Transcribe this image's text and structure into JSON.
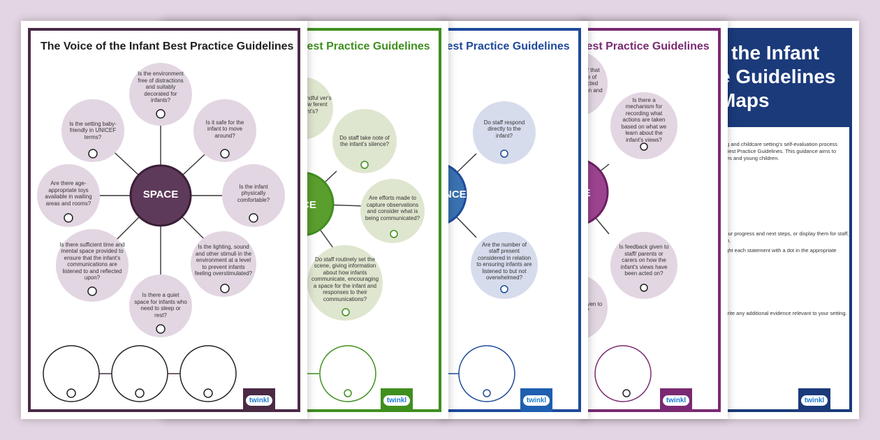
{
  "colors": {
    "background": "#e3d5e3",
    "purple_dark": "#4a2a45",
    "green": "#3f8f1e",
    "blue": "#1e4a9c",
    "magenta": "#7a2a72",
    "navy": "#1b3a7a"
  },
  "sheet1": {
    "title": "The Voice of the Infant Best Practice Guidelines",
    "center": "SPACE",
    "bubbles": [
      "Is the environment free of distractions and suitably decorated for infants?",
      "Is it safe for the infant to move around?",
      "Is the infant physically comfortable?",
      "Is the lighting, sound and other stimuli in the environment at a level to prevent infants feeling overstimulated?",
      "Is there a quiet space for infants who need to sleep or rest?",
      "Is there sufficient time and mental space provided to ensure that the infant's communications are listened to and reflected upon?",
      "Are there age-appropriate toys available in waiting areas and rooms?",
      "Is the setting baby-friendly in UNICEF terms?"
    ],
    "logo": "twinkl"
  },
  "sheet2": {
    "title": "Best Practice Guidelines",
    "center": "CE",
    "bubbles": [
      "mindful ver's view ferent to nt's?",
      "Do staff take note of the infant's silence?",
      "Are efforts made to capture observations and consider what is being communicated?",
      "Do staff routinely set the scene, giving information about how infants communicate, encouraging a space for the infant and responses to their communications?"
    ],
    "logo": "twinkl"
  },
  "sheet3": {
    "title": "Best Practice Guidelines",
    "center": "ENCE",
    "bubbles": [
      "Do staff respond directly to the infant?",
      "Are the number of staff present considered in relation to ensuring infants are listened to but not overwhelmed?"
    ],
    "logo": "twinkl"
  },
  "sheet4": {
    "title": "Best Practice Guidelines",
    "center": "ENCE",
    "bubbles": [
      "staff that ence of eflected esign and ry?",
      "Is there a mechanism for recording what actions are taken based on what we learn about the infant's views?",
      "Is feedback given to staff/ parents or carers on how the infant's views have been acted on?",
      "k given to ant?"
    ],
    "logo": "twinkl"
  },
  "sheet5": {
    "title_lines": [
      "f the Infant",
      "e Guidelines",
      "Maps"
    ],
    "lines": [
      "ning and childcare setting's self-evaluation process",
      "nt Best Practice Guidelines. This guidance aims to",
      "abies and young children.",
      "r your progress and next steps, or display them for staff,",
      "g on.",
      "c light each statement with a dot in the appropriate",
      "n write any additional evidence relevant to your setting."
    ],
    "logo": "twinkl"
  }
}
